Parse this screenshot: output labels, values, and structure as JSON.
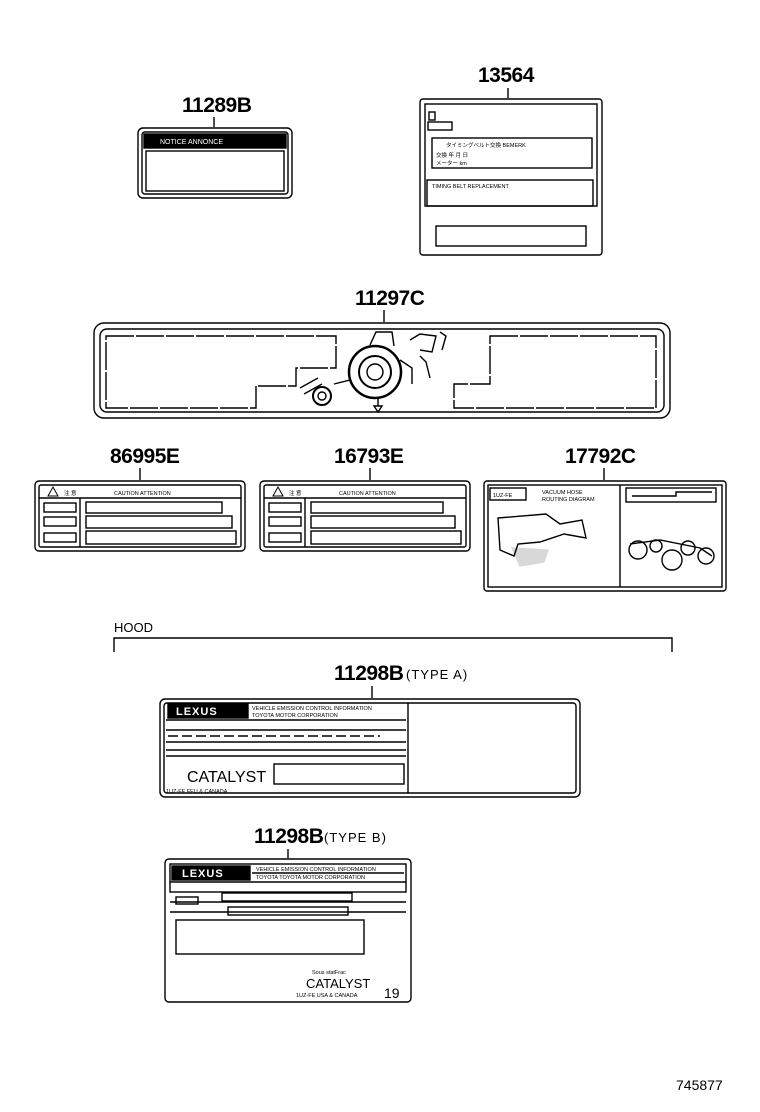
{
  "parts": {
    "p11289b": {
      "part_no": "11289B",
      "band": "NOTICE   ANNONCE"
    },
    "p13564": {
      "part_no": "13564",
      "line1": "タイミングベルト交換  BEMERK",
      "line2": "交換      年   月   日",
      "line3": "メーター              km",
      "line4": "TIMING BELT REPLACEMENT"
    },
    "p11297c": {
      "part_no": "11297C"
    },
    "p86995e": {
      "part_no": "86995E",
      "header": "CAUTION   ATTENTION",
      "jp": "注 意"
    },
    "p16793e": {
      "part_no": "16793E",
      "header": "CAUTION   ATTENTION",
      "jp": "注 意"
    },
    "p17792c": {
      "part_no": "17792C",
      "engine": "1UZ-FE",
      "title_line1": "VACUUM HOSE",
      "title_line2": "ROUTING DIAGRAM"
    },
    "p11298b_a": {
      "part_no": "11298B",
      "type": "(TYPE A)",
      "logo": "LEXUS",
      "title1": "VEHICLE EMISSION CONTROL INFORMATION",
      "title2": "TOYOTA MOTOR CORPORATION",
      "catalyst": "CATALYST",
      "footer": "1UZ-FE FEU & CANADA"
    },
    "p11298b_b": {
      "part_no": "11298B",
      "type": "(TYPE B)",
      "logo": "LEXUS",
      "title1": "VEHICLE EMISSION CONTROL INFORMATION",
      "title2": "TOYOTA   TOYOTA MOTOR CORPORATION",
      "pre": "Sous statFrac",
      "catalyst": "CATALYST",
      "footer": "1UZ-FE USA & CANADA",
      "num": "19"
    }
  },
  "hood_label": "HOOD",
  "ref_no": "745877"
}
